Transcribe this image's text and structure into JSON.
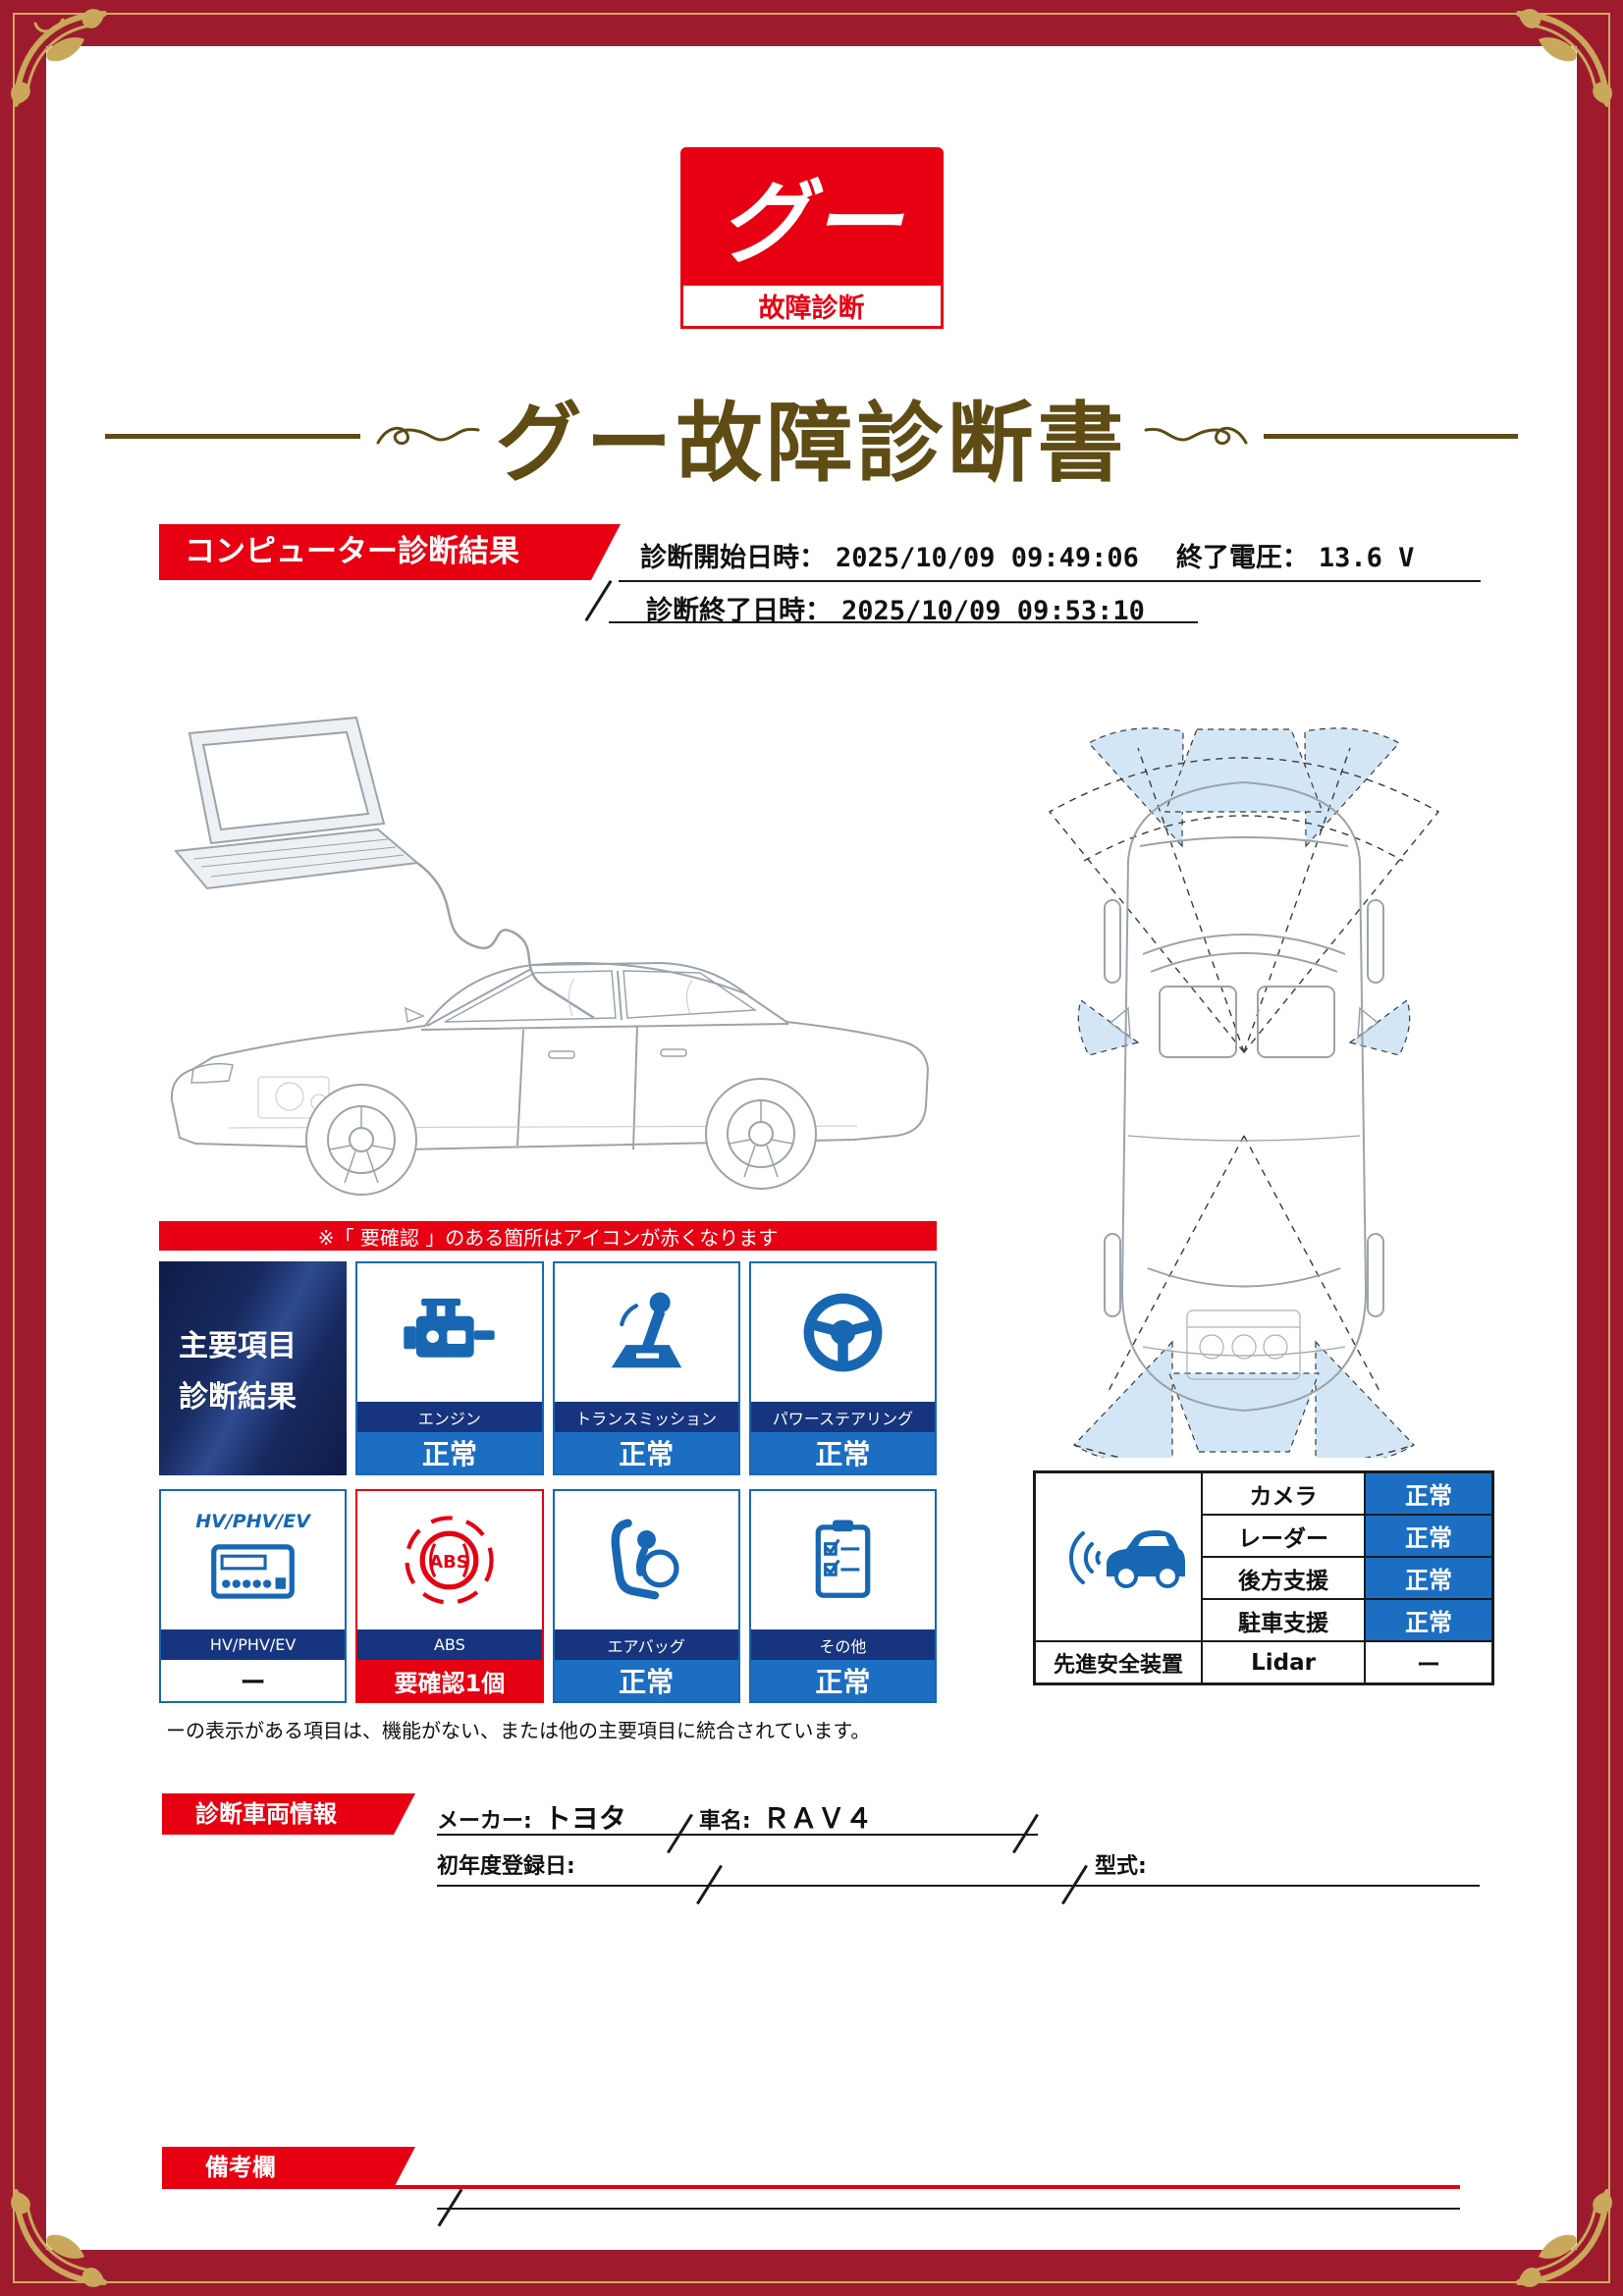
{
  "logo": {
    "mark": "グー",
    "caption": "故障診断"
  },
  "title": "グー故障診断書",
  "computer_diagnosis": {
    "section_label": "コンピューター診断結果",
    "start_label": "診断開始日時：",
    "start_value": "2025/10/09 09:49:06",
    "voltage_label": "終了電圧：",
    "voltage_value": "13.6 V",
    "end_label": "診断終了日時：",
    "end_value": "2025/10/09 09:53:10"
  },
  "main_grid": {
    "note": "※「 要確認 」のある箇所はアイコンが赤くなります",
    "header_line1": "主要項目",
    "header_line2": "診断結果",
    "items": [
      {
        "label": "エンジン",
        "status": "正常"
      },
      {
        "label": "トランスミッション",
        "status": "正常"
      },
      {
        "label": "パワーステアリング",
        "status": "正常"
      },
      {
        "label": "HV/PHV/EV",
        "badge": "HV/PHV/EV",
        "status": "ー"
      },
      {
        "label": "ABS",
        "status": "要確認1個"
      },
      {
        "label": "エアバッグ",
        "status": "正常"
      },
      {
        "label": "その他",
        "status": "正常"
      }
    ],
    "footnote": "ーの表示がある項目は、機能がない、または他の主要項目に統合されています。"
  },
  "safety": {
    "label": "先進安全装置",
    "rows": [
      {
        "name": "カメラ",
        "status": "正常"
      },
      {
        "name": "レーダー",
        "status": "正常"
      },
      {
        "name": "後方支援",
        "status": "正常"
      },
      {
        "name": "駐車支援",
        "status": "正常"
      },
      {
        "name": "Lidar",
        "status": "ー"
      }
    ]
  },
  "vehicle": {
    "section_label": "診断車両情報",
    "maker_label": "メーカー:",
    "maker_value": "トヨタ",
    "name_label": "車名:",
    "name_value": "ＲＡＶ４",
    "reg_label": "初年度登録日:",
    "model_label": "型式:"
  },
  "remarks": {
    "section_label": "備考欄"
  },
  "colors": {
    "accent_red": "#e60012",
    "maroon": "#9e1b2e",
    "icon_blue": "#1767b3",
    "label_navy": "#16357e",
    "status_blue": "#1c6ec2",
    "title_brown": "#5f4c15"
  }
}
